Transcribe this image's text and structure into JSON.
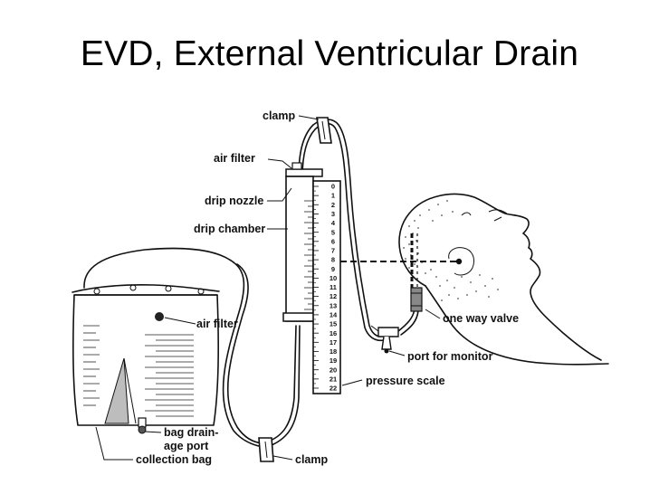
{
  "slide": {
    "title": "EVD, External Ventricular Drain"
  },
  "labels": {
    "clamp_top": "clamp",
    "air_filter_top": "air filter",
    "drip_nozzle": "drip nozzle",
    "drip_chamber": "drip chamber",
    "air_filter_bag": "air filter",
    "one_way_valve": "one way valve",
    "port_for_monitor": "port for monitor",
    "pressure_scale": "pressure scale",
    "bag_drainage_port_line1": "bag drain-",
    "bag_drainage_port_line2": "age port",
    "collection_bag": "collection bag",
    "clamp_bottom": "clamp"
  },
  "scale": {
    "ticks": [
      "0",
      "1",
      "2",
      "3",
      "4",
      "5",
      "6",
      "7",
      "8",
      "9",
      "10",
      "11",
      "12",
      "13",
      "14",
      "15",
      "16",
      "17",
      "18",
      "19",
      "20",
      "21",
      "22"
    ]
  }
}
